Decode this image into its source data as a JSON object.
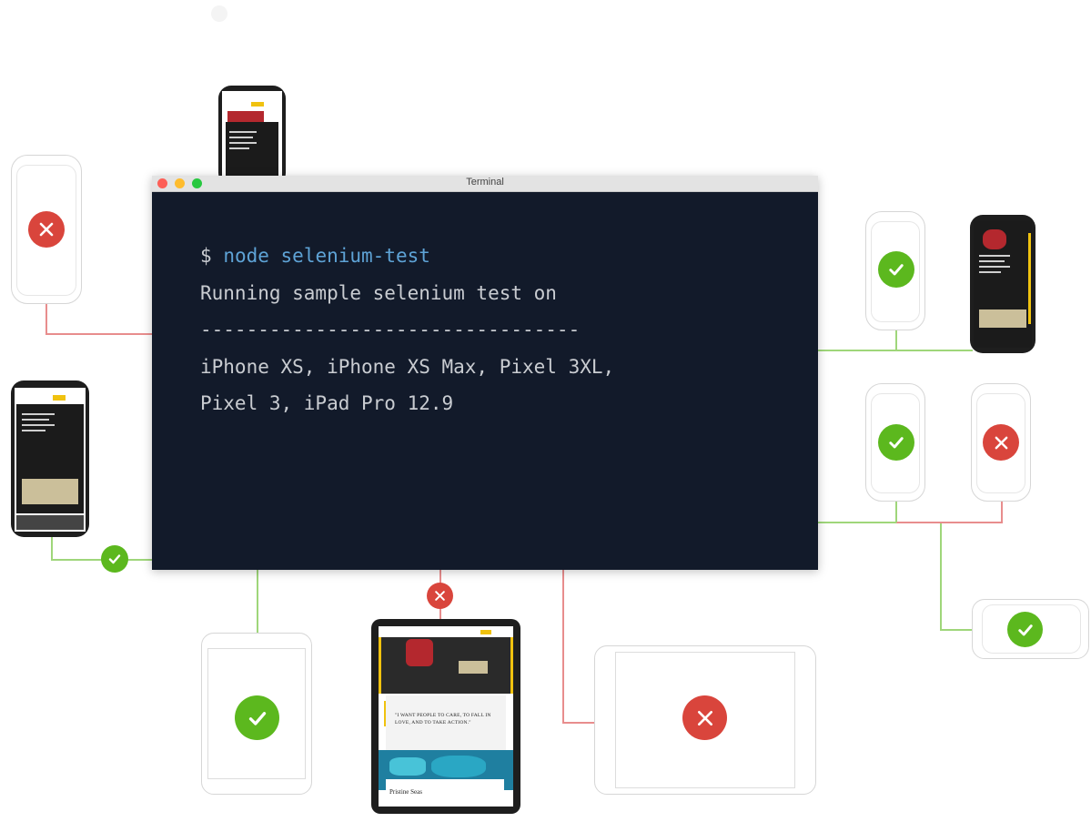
{
  "terminal": {
    "title": "Terminal",
    "prompt": "$",
    "command": "node selenium-test",
    "lines": [
      "Running sample selenium test on",
      "---------------------------------",
      "iPhone XS, iPhone XS Max, Pixel 3XL,",
      "Pixel 3, iPad Pro 12.9"
    ]
  },
  "devices": {
    "ipad_quote": "\"I WANT PEOPLE TO CARE, TO FALL IN LOVE, AND TO TAKE ACTION.\"",
    "ipad_caption": "Pristine Seas"
  },
  "colors": {
    "pass": "#5cb81e",
    "fail": "#d9453c",
    "pass_line": "#9fd67a",
    "fail_line": "#e88d8d",
    "terminal_bg": "#121a2a",
    "command": "#5ea3d6"
  },
  "icons": {
    "pass": "checkmark-icon",
    "fail": "cross-icon"
  }
}
